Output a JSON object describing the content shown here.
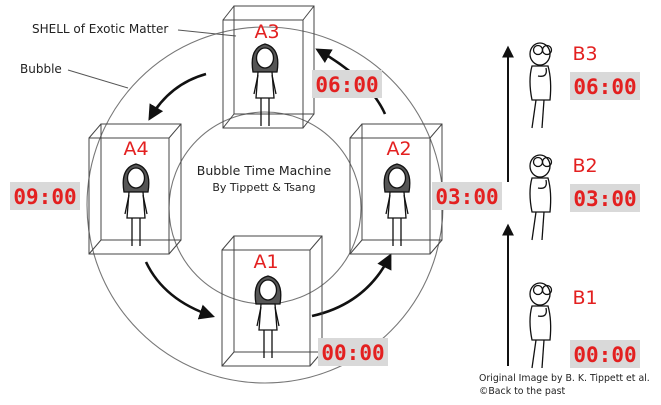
{
  "diagram": {
    "labels": {
      "shell": "SHELL of Exotic Matter",
      "bubble": "Bubble",
      "title": "Bubble Time Machine",
      "subtitle": "By Tippett & Tsang"
    },
    "travelers": [
      {
        "id": "A1",
        "time": "00:00"
      },
      {
        "id": "A2",
        "time": "03:00"
      },
      {
        "id": "A3",
        "time": "06:00"
      },
      {
        "id": "A4",
        "time": "09:00"
      }
    ],
    "observers": [
      {
        "id": "B1",
        "time": "00:00"
      },
      {
        "id": "B2",
        "time": "03:00"
      },
      {
        "id": "B3",
        "time": "06:00"
      }
    ],
    "credit": {
      "line1": "Original  Image by B. K. Tippett et al.",
      "line2": "©Back to the past"
    },
    "colors": {
      "digit": "#e32020",
      "display": "#d9d9d9",
      "ink": "#222222"
    }
  }
}
